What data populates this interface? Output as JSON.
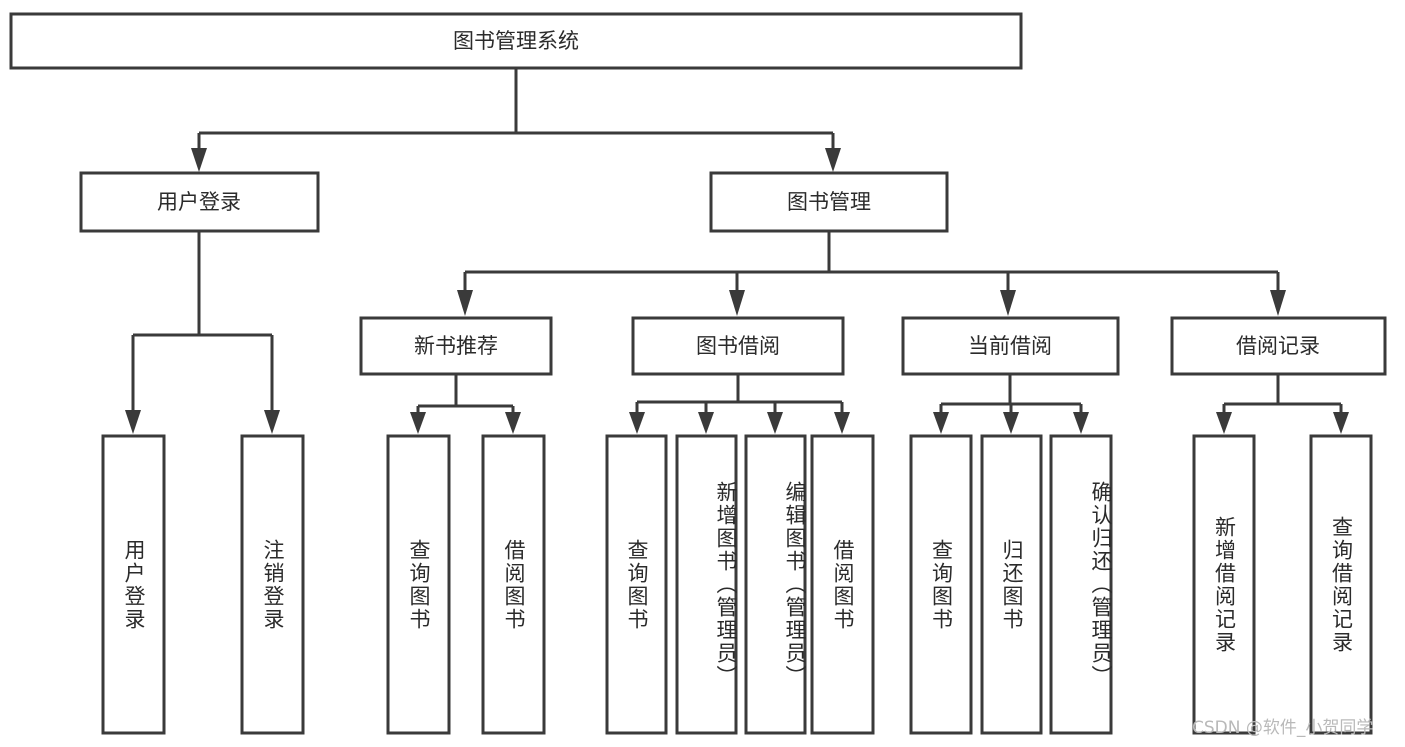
{
  "diagram": {
    "title": "图书管理系统",
    "watermark": "CSDN @软件_小贺同学",
    "type": "tree-hierarchy",
    "orientation": "top-down",
    "colors": {
      "box_stroke": "#3a3a3a",
      "box_fill": "#ffffff",
      "text": "#2b2b2b",
      "connector": "#3a3a3a",
      "watermark": "#b9b9b9",
      "background": "#ffffff"
    },
    "root": {
      "label": "图书管理系统"
    },
    "level2": [
      {
        "id": "user-login",
        "label": "用户登录"
      },
      {
        "id": "book-management",
        "label": "图书管理"
      }
    ],
    "level3": [
      {
        "id": "new-book-recommend",
        "label": "新书推荐",
        "parent": "book-management"
      },
      {
        "id": "book-borrow",
        "label": "图书借阅",
        "parent": "book-management"
      },
      {
        "id": "current-borrow",
        "label": "当前借阅",
        "parent": "book-management"
      },
      {
        "id": "borrow-record",
        "label": "借阅记录",
        "parent": "book-management"
      }
    ],
    "leaves": {
      "user-login": [
        {
          "id": "leaf-user-login",
          "label": "用户登录"
        },
        {
          "id": "leaf-logout-login",
          "label": "注销登录"
        }
      ],
      "new-book-recommend": [
        {
          "id": "leaf-query-book-1",
          "label": "查询图书"
        },
        {
          "id": "leaf-borrow-book-1",
          "label": "借阅图书"
        }
      ],
      "book-borrow": [
        {
          "id": "leaf-query-book-2",
          "label": "查询图书"
        },
        {
          "id": "leaf-add-book",
          "label": "新增图书（管理员）"
        },
        {
          "id": "leaf-edit-book",
          "label": "编辑图书（管理员）"
        },
        {
          "id": "leaf-borrow-book-2",
          "label": "借阅图书"
        }
      ],
      "current-borrow": [
        {
          "id": "leaf-query-book-3",
          "label": "查询图书"
        },
        {
          "id": "leaf-return-book",
          "label": "归还图书"
        },
        {
          "id": "leaf-confirm-return",
          "label": "确认归还（管理员）"
        }
      ],
      "borrow-record": [
        {
          "id": "leaf-add-record",
          "label": "新增借阅记录"
        },
        {
          "id": "leaf-query-record",
          "label": "查询借阅记录"
        }
      ]
    }
  }
}
